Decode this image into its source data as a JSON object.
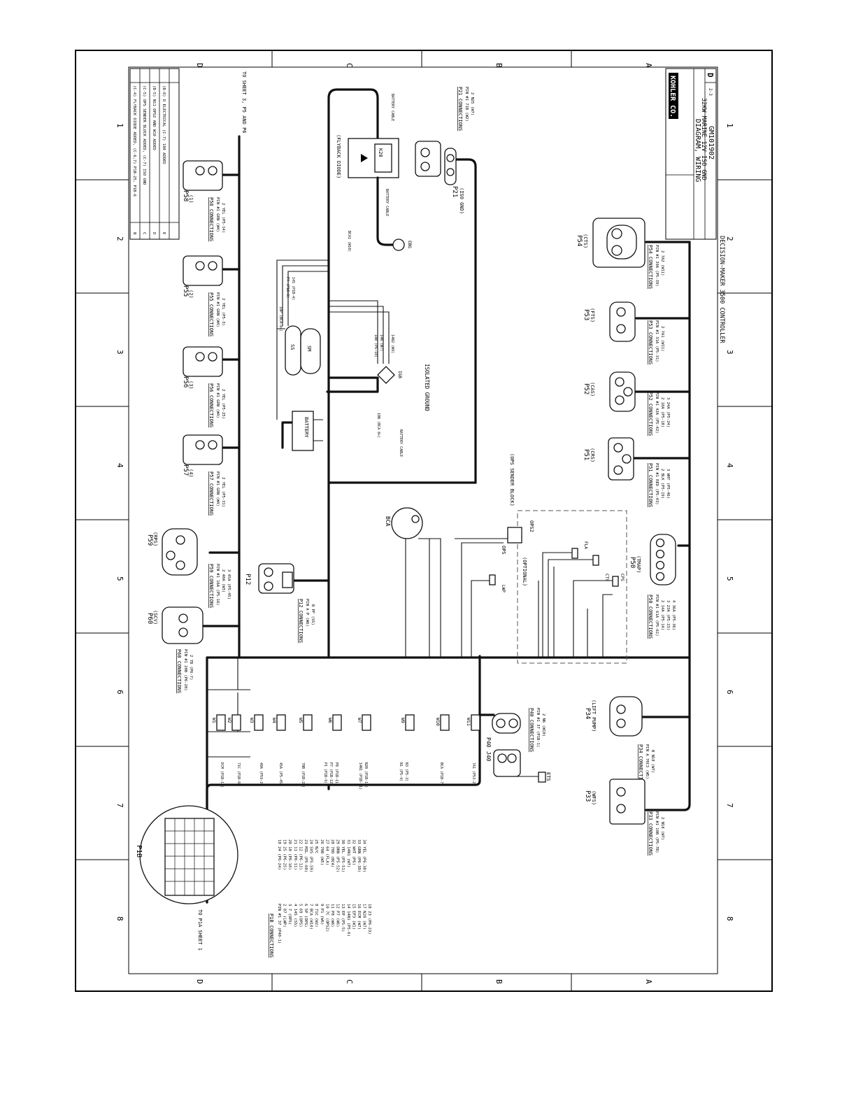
{
  "border": {
    "zones_top": [
      "D",
      "C",
      "B",
      "A"
    ],
    "zones_side": [
      "1",
      "2",
      "3",
      "4",
      "5",
      "6",
      "7",
      "8"
    ]
  },
  "title_block": {
    "company": "KOHLER CO.",
    "title_line1": "DIAGRAM, WIRING",
    "title_line2": "32KW MARINE 12V ISO GND",
    "drawing_number": "GM101902",
    "size": "D",
    "sheet": "2-3",
    "footer": "DECISION-MAKER 3500 CONTROLLER"
  },
  "revisions": [
    {
      "rev": "B",
      "text": "(C-4) FLYBACK DIODE ADDED, (C-6,7) P1B-25, P1B-6"
    },
    {
      "rev": "C",
      "text": "(C-5) OPS SENDER BLOCK ADDED, (C-7) ISO GND"
    },
    {
      "rev": "D",
      "text": "(B-5) N11 OPS2 AND W10 ADDED"
    },
    {
      "rev": "E",
      "text": "(B-8) D ELECTRICAL (C-7) 180 ADDED"
    }
  ],
  "notes": {
    "to_sheet3": "TO SHEET 3, P5 AND P6",
    "to_p1a": "TO P1A SHEET 1"
  },
  "connectors": {
    "p58": {
      "name": "P58",
      "sub": "(1)",
      "hdr": "P58 CONNECTIONS",
      "l1": "PIN #1  GRN  (W4)",
      "l2": "2  YEL  (P5-14)"
    },
    "p55": {
      "name": "P55",
      "sub": "(2)",
      "hdr": "P55 CONNECTIONS",
      "l1": "PIN #1  GRN  (W4)",
      "l2": "2  YEL  (P5-3)"
    },
    "p56": {
      "name": "P56",
      "sub": "(3)",
      "hdr": "P56 CONNECTIONS",
      "l1": "PIN #1  GRN  (W4)",
      "l2": "2  YEL  (P5-25)"
    },
    "p57": {
      "name": "P57",
      "sub": "(4)",
      "hdr": "P57 CONNECTIONS",
      "l1": "PIN #1  GRN  (W4)",
      "l2": "2  YEL  (P5-31)"
    },
    "p59": {
      "name": "P59",
      "sub": "(RPS)",
      "hdr": "P59 CONNECTIONS",
      "l1": "PIN #1  16A  (P5-16)",
      "l2": "2  40A  (W3)",
      "l3": "3  45A  (P5-45)"
    },
    "p60": {
      "name": "P60",
      "sub": "(SCV)",
      "hdr": "P60 CONNECTIONS",
      "l1": "PIN #1  20B  (P6-20)",
      "l2": "2  7B  (P6-7)"
    },
    "p12": {
      "name": "P12",
      "hdr": "P12 CONNECTIONS",
      "l1": "PIN A  P  (W6)",
      "l2": "B  PF  (SS)"
    },
    "p21": {
      "name": "P21",
      "sub": "(ISO GND)",
      "hdr": "P21 CONNECTIONS",
      "l1": "PIN #1  71B  (W2)",
      "l2": "2  N25  (W7)"
    },
    "p54": {
      "name": "P54",
      "sub": "(CTS)",
      "hdr": "P54 CONNECTIONS",
      "l1": "PIN #1  39A  (P5-39)",
      "l2": "2  7A2  (W11)"
    },
    "p53": {
      "name": "P53",
      "sub": "(FTS)",
      "hdr": "P53 CONNECTIONS",
      "l1": "PIN #1  31A  (P5-31)",
      "l2": "2  7A1  (W11)"
    },
    "p52": {
      "name": "P52",
      "sub": "(CAS)",
      "hdr": "P52 CONNECTIONS",
      "l1": "PIN #1  42A  (P5-42)",
      "l2": "2  18A  (P5-18)",
      "l3": "3  24A  (P5-24)"
    },
    "p51": {
      "name": "P51",
      "sub": "(CRS)",
      "hdr": "P51 CONNECTIONS",
      "l1": "PIN #1  RED  (P5-43)",
      "l2": "2  BLK  (P5-19)",
      "l3": "3  WHT  (P5-46)"
    },
    "p50": {
      "name": "P50",
      "sub": "(TMAP)",
      "hdr": "P50 CONNECTIONS",
      "l1": "PIN #1  61A  (P5-61)",
      "l2": "2  14A  (P5-14)",
      "l3": "3  23A  (P5-23)",
      "l4": "4  36A  (P5-36)"
    },
    "p34": {
      "name": "P34",
      "sub": "(LIFT PUMP)",
      "hdr": "P34 CONNECTIONS",
      "l1": "PIN A  70C3  (W5)",
      "l2": "B  N18  (W7)"
    },
    "p33": {
      "name": "P33",
      "sub": "(WFS)",
      "hdr": "P33 CONNECTIONS",
      "l1": "PIN #1  10B  (P5-7B)",
      "l2": "2  N18  (W7)"
    },
    "p40": {
      "name": "P40",
      "hdr": "P40 CONNECTIONS",
      "l1": "PIN #1  37  (P1B-1)",
      "l2": "2  N6  (W10)"
    },
    "j40": {
      "name": "J40",
      "sensor": "ETS"
    },
    "p1b": {
      "name": "P1B",
      "hdr": "P1B CONNECTIONS"
    }
  },
  "components": {
    "battery": "BATTERY",
    "ss": "SS",
    "sm": "SM",
    "isolated_ground": "ISOLATED GROUND",
    "igb": "IGB",
    "ebg": "EBG",
    "k20": "K20",
    "flyback": "(FLYBACK DIODE)",
    "battery_cable": "BATTERY CABLE",
    "bca": "BCA",
    "ops_block": "(OPS SENDER BLOCK)",
    "optional": "(OPTIONAL)",
    "ops": "OPS",
    "ops2": "OPS2",
    "lwp": "LWP",
    "fla": "FLA",
    "cts": "CTS",
    "cps": "CPS"
  },
  "wire_labels": {
    "w1": "W1",
    "w2": "W2",
    "w3": "W3",
    "w4": "W4",
    "w5": "W5",
    "w6": "W6",
    "w7": "W7",
    "w9": "W9",
    "w10": "W10",
    "w11": "W11",
    "ss_feed": "10P (BCA-8+)",
    "p7": "P7 (P1B-8)",
    "w14s": "14S (P1B-4)",
    "g18b": "18B (P6-18)",
    "g14n": "14N (W7)",
    "g14n2": "14N2 (W9)",
    "bca1": "BCA1 (W10)",
    "g10n": "10N (BCA 8+)"
  },
  "p1b_table": [
    [
      "PIN #1",
      "37",
      "(P40-1)"
    ],
    [
      "2",
      "87",
      "(LWP)"
    ],
    [
      "3",
      "7",
      "(OPS)"
    ],
    [
      "4",
      "14S",
      "(SS)"
    ],
    [
      "5",
      "69",
      "(OPS)"
    ],
    [
      "6",
      "5P",
      "(OPS)"
    ],
    [
      "7",
      "BCA",
      "(W10)"
    ],
    [
      "8",
      "71C",
      "(W2)"
    ],
    [
      "9",
      "P1",
      "(W6)"
    ],
    [
      "10",
      "7C",
      "(OPS2)"
    ],
    [
      "11",
      "P8",
      "(W6)"
    ],
    [
      "12",
      "P7",
      "(W6)"
    ],
    [
      "13",
      "EP",
      "(P5-5)"
    ],
    [
      "14",
      "14N1",
      "(P5-6)"
    ],
    [
      "15",
      "EP3",
      "(W1)"
    ],
    [
      "16",
      "ECM",
      "(W7)"
    ],
    [
      "17",
      "N20",
      "(W7)"
    ],
    [
      "18",
      "23",
      "(P6-23)"
    ]
  ],
  "p1b_table2": [
    [
      "18",
      "24",
      "(P6-24)"
    ],
    [
      "19",
      "25",
      "(P6-25)"
    ],
    [
      "20",
      "10",
      "(P6-10)"
    ],
    [
      "21",
      "11",
      "(P6-11)"
    ],
    [
      "22",
      "12",
      "(P6-12)"
    ],
    [
      "23",
      "MIL",
      "(P5-60)"
    ],
    [
      "24",
      "SVS",
      "(P5-59)"
    ],
    [
      "25",
      "N/C",
      ""
    ],
    [
      "26",
      "70B",
      "(W5)"
    ],
    [
      "27",
      "64",
      "(FLA)"
    ],
    [
      "28",
      "70D",
      "(BCA)"
    ],
    [
      "29",
      "ORN",
      "(P5-52)"
    ],
    [
      "30",
      "YEL",
      "(P5-51)"
    ],
    [
      "31",
      "14N1",
      "(W7)"
    ],
    [
      "32",
      "WHT",
      "(P6)"
    ],
    [
      "33",
      "GRN",
      "(P6-39)"
    ],
    [
      "34",
      "YEL",
      "(P6-38)"
    ]
  ],
  "harness_branches": [
    "ECM (P1B-15)",
    "71C (P1B-8)",
    "40A (P59-2)",
    "45A (P5-45)",
    "70B (P1B-26)",
    "P1 (P1B-9)",
    "P7 (P1B-12)",
    "P8 (P1B-11)",
    "14N1 (P1B-31)",
    "N20 (P1B-16)",
    "N1 (P5-4)",
    "N3 (P5-3)",
    "BCA (P1B-7)",
    "7A1 (P53-2)"
  ]
}
